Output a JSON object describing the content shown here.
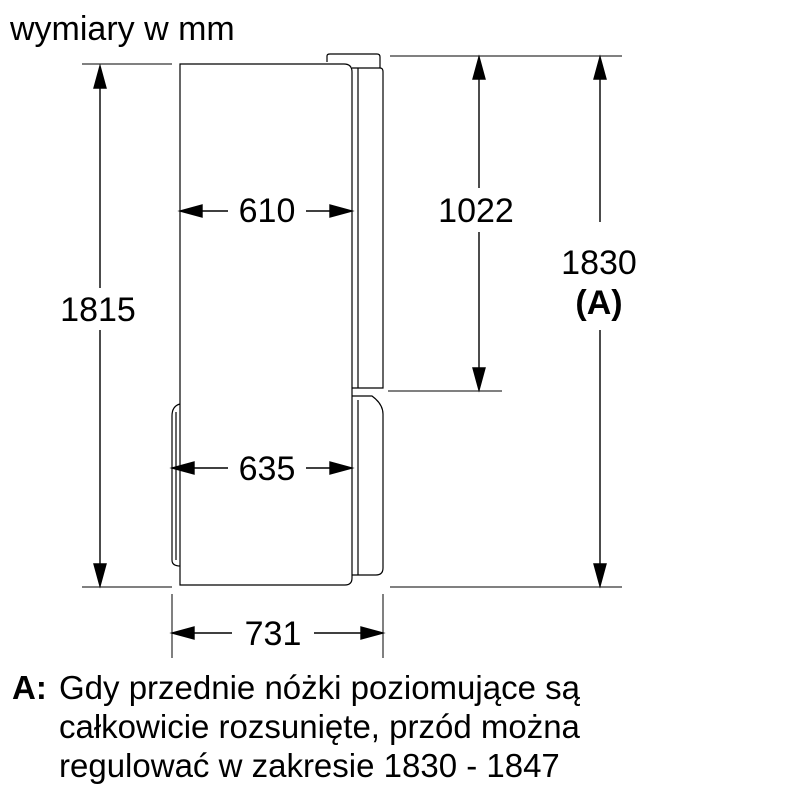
{
  "header": {
    "units": "wymiary w mm"
  },
  "dimensions": {
    "total_height": "1815",
    "upper_depth": "610",
    "lower_depth": "635",
    "total_depth": "731",
    "upper_section_height": "1022",
    "overall_height": "1830",
    "overall_height_ref": "(A)"
  },
  "note": {
    "key": "A:",
    "lines": [
      "Gdy przednie nóżki poziomujące są",
      "całkowicie rozsunięte, przód można",
      "regulować w zakresie 1830 - 1847"
    ]
  }
}
